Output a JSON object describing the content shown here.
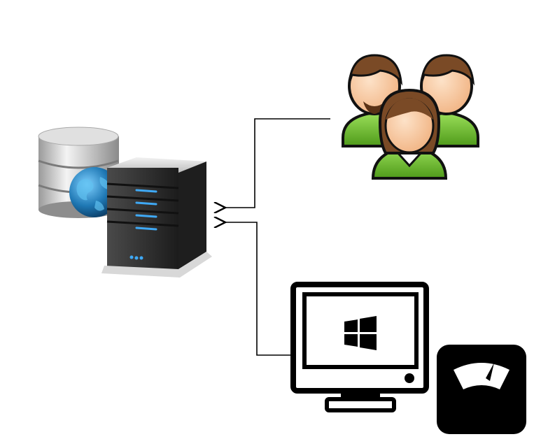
{
  "diagram": {
    "nodes": [
      {
        "id": "server",
        "icon": "database-server-icon"
      },
      {
        "id": "users",
        "icon": "user-group-icon"
      },
      {
        "id": "workstation",
        "icon": "windows-monitor-icon"
      },
      {
        "id": "scale",
        "icon": "weighing-scale-icon"
      }
    ],
    "edges": [
      {
        "from": "users",
        "to": "server",
        "style": "arrow"
      },
      {
        "from": "workstation",
        "to": "server",
        "style": "arrow"
      }
    ],
    "colors": {
      "user_shirt": "#6bbf2a",
      "user_skin": "#f7c9a0",
      "user_hair": "#7a4a26",
      "server_body": "#2b2b2b",
      "server_led": "#3fa9f5",
      "globe": "#1f78b4",
      "monitor": "#000000"
    }
  }
}
